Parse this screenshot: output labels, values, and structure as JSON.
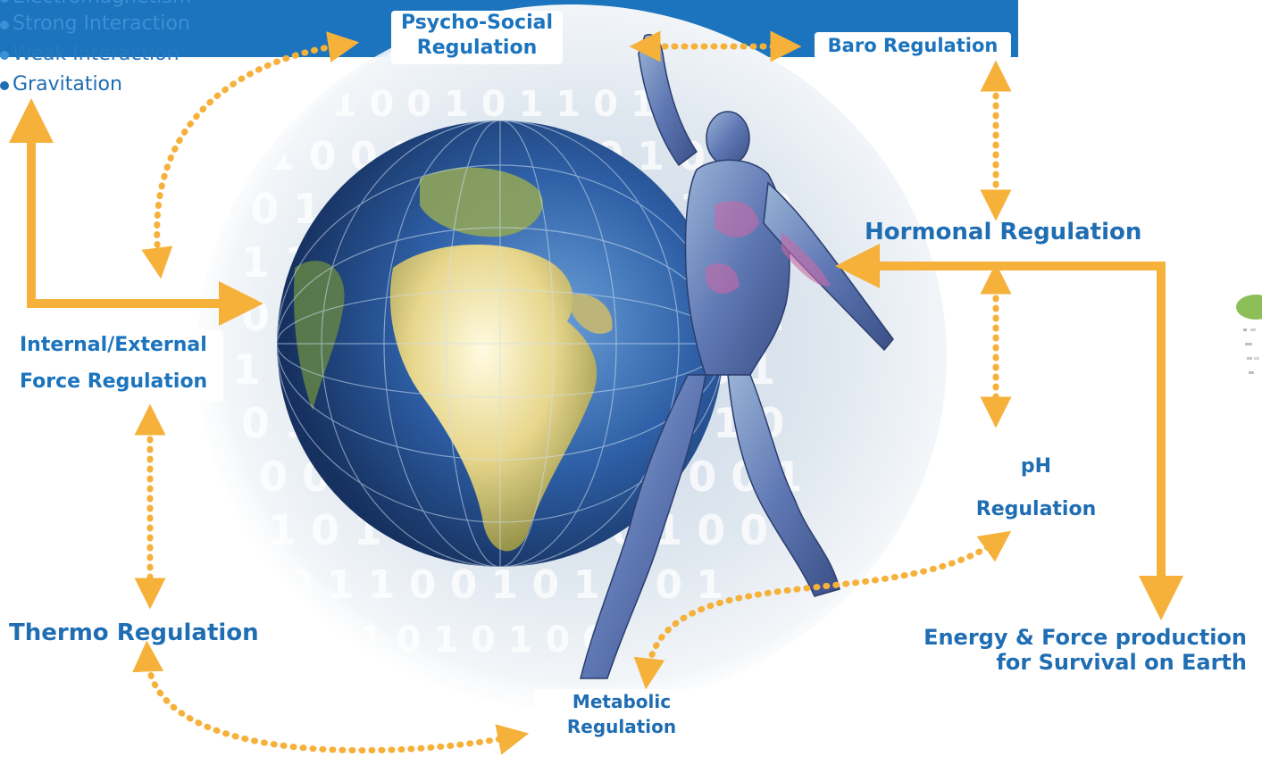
{
  "forces": {
    "items": [
      {
        "label": "Electromagnetism",
        "faded": true
      },
      {
        "label": "Strong Interaction",
        "faded": true
      },
      {
        "label": "Weak Interaction",
        "faded": true
      },
      {
        "label": "Gravitation",
        "faded": false
      }
    ]
  },
  "labels": {
    "psycho_social_line1": "Psycho-Social",
    "psycho_social_line2": "Regulation",
    "baro": "Baro Regulation",
    "hormonal": "Hormonal Regulation",
    "internal_external_line1": "Internal/External",
    "internal_external_line2": "Force Regulation",
    "ph_line1": "pH",
    "ph_line2": "Regulation",
    "thermo": "Thermo Regulation",
    "energy_line1": "Energy & Force production",
    "energy_line2": "for Survival on Earth",
    "metabolic_line1": "Metabolic",
    "metabolic_line2": "Regulation"
  },
  "colors": {
    "header_band": "#1b74bd",
    "label_text": "#1f6db2",
    "arrow": "#f6b13b",
    "bullet_active": "#1f6db2",
    "bullet_faded": "#3d8fd6"
  },
  "icons": {
    "central_image": "earth-globe-and-human-figure-with-binary-digits",
    "partial_logo": "green-logo-fragment"
  }
}
